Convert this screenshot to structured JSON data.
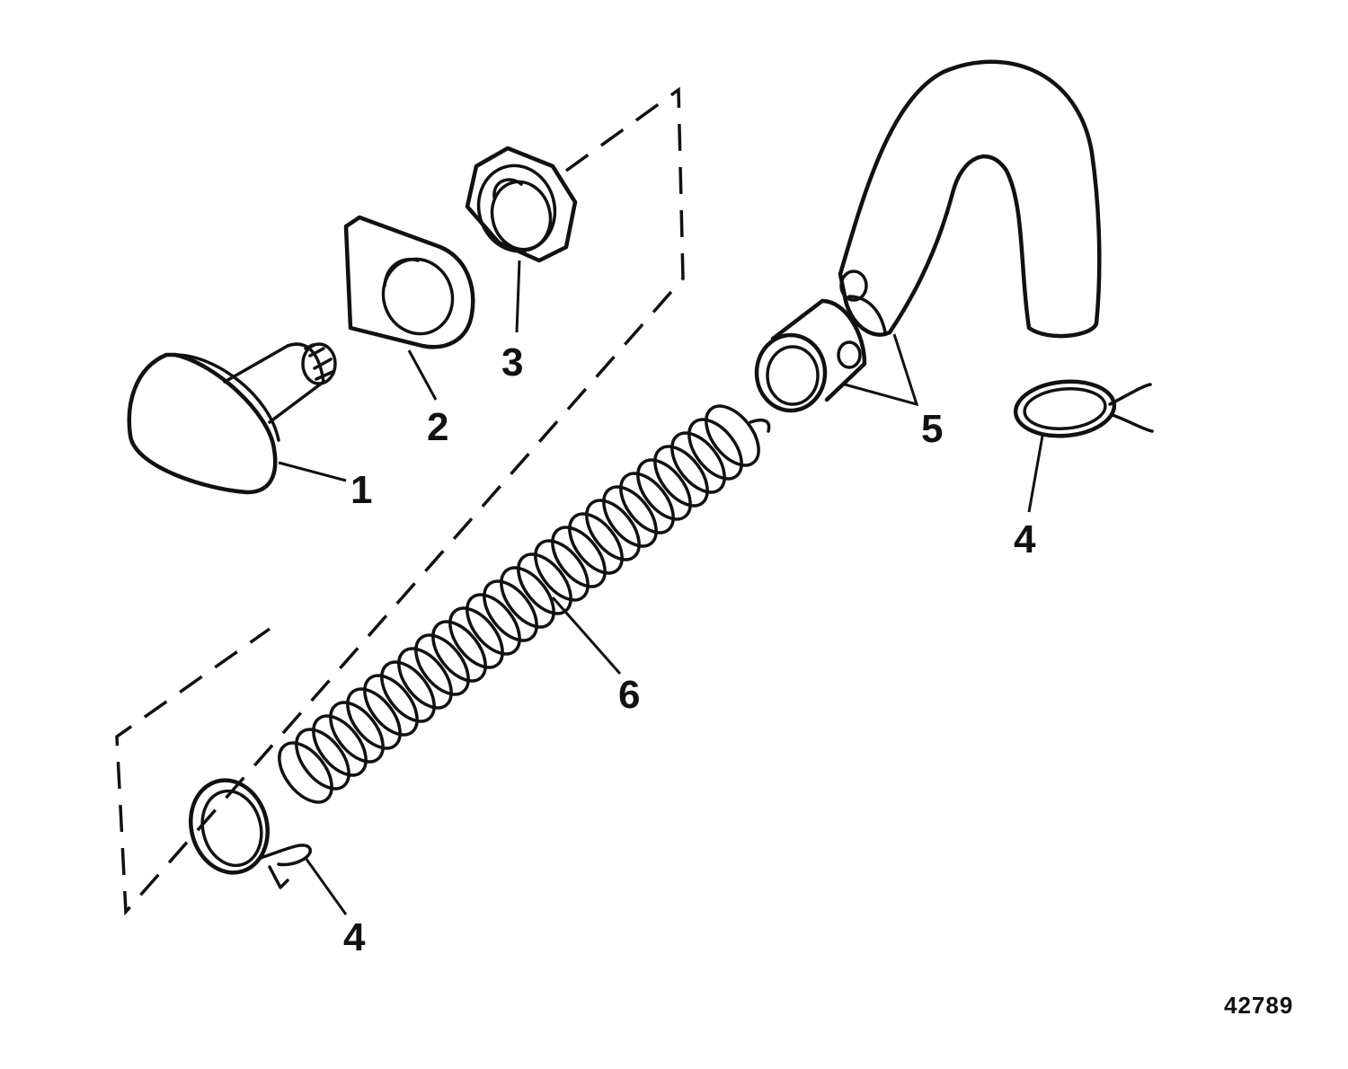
{
  "callouts": {
    "part_1": "1",
    "part_2": "2",
    "part_3": "3",
    "part_4_right": "4",
    "part_4_left": "4",
    "part_5": "5",
    "part_6": "6"
  },
  "figure_number": "42789"
}
